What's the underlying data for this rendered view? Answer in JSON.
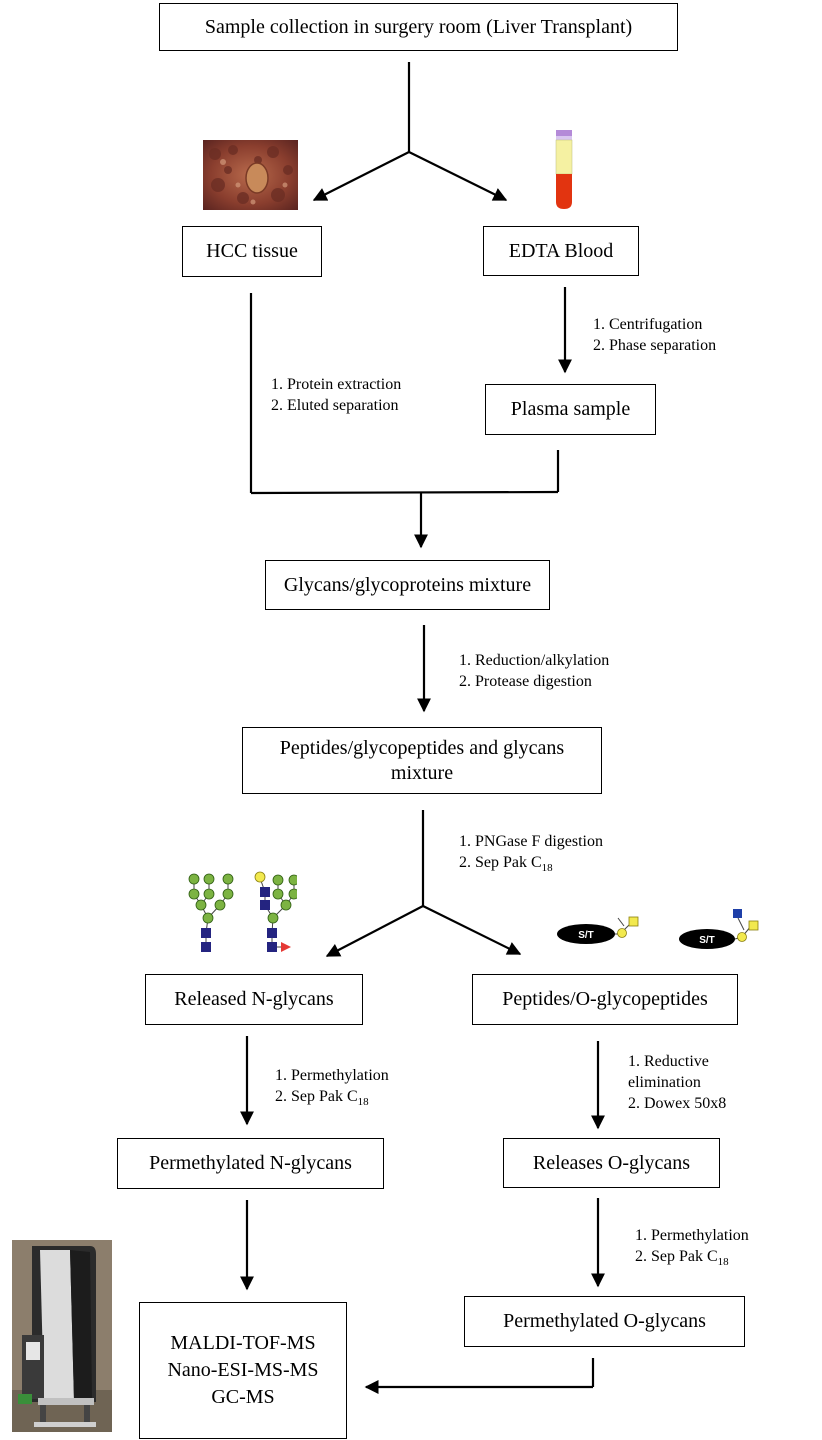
{
  "boxes": {
    "sample_collection": "Sample collection in surgery room (Liver Transplant)",
    "hcc_tissue": "HCC tissue",
    "edta_blood": "EDTA Blood",
    "plasma_sample": "Plasma sample",
    "glycan_mixture": "Glycans/glycoproteins mixture",
    "peptides_line1": "Peptides/glycopeptides and glycans",
    "peptides_line2": "mixture",
    "released_n": "Released N-glycans",
    "peptides_o": "Peptides/O-glycopeptides",
    "permethylated_n": "Permethylated N-glycans",
    "releases_o": "Releases O-glycans",
    "permethylated_o": "Permethylated O-glycans",
    "ms_line1": "MALDI-TOF-MS",
    "ms_line2": "Nano-ESI-MS-MS",
    "ms_line3": "GC-MS"
  },
  "steps": {
    "blood_1": "1. Centrifugation",
    "blood_2": "2. Phase separation",
    "tissue_1": "1. Protein extraction",
    "tissue_2": "2. Eluted separation",
    "mix_1": "1. Reduction/alkylation",
    "mix_2": "2. Protease digestion",
    "pep_1": "1. PNGase F digestion",
    "pep_2_prefix": "2. Sep Pak C",
    "pep_2_sub": "18",
    "n_1": "1. Permethylation",
    "n_2_prefix": "2. Sep Pak C",
    "n_2_sub": "18",
    "o_1a": "1. Reductive",
    "o_1b": "elimination",
    "o_2": "2. Dowex 50x8",
    "o_perm_1": "1. Permethylation",
    "o_perm_2_prefix": "2. Sep Pak C",
    "o_perm_2_sub": "18"
  },
  "glyco_labels": {
    "st_1": "S/T",
    "st_2": "S/T"
  },
  "icons": [
    "hcc-tissue-photo",
    "blood-tube-icon",
    "n-glycan-structure-icon",
    "o-glycan-structure-icon",
    "mass-spectrometer-photo"
  ]
}
